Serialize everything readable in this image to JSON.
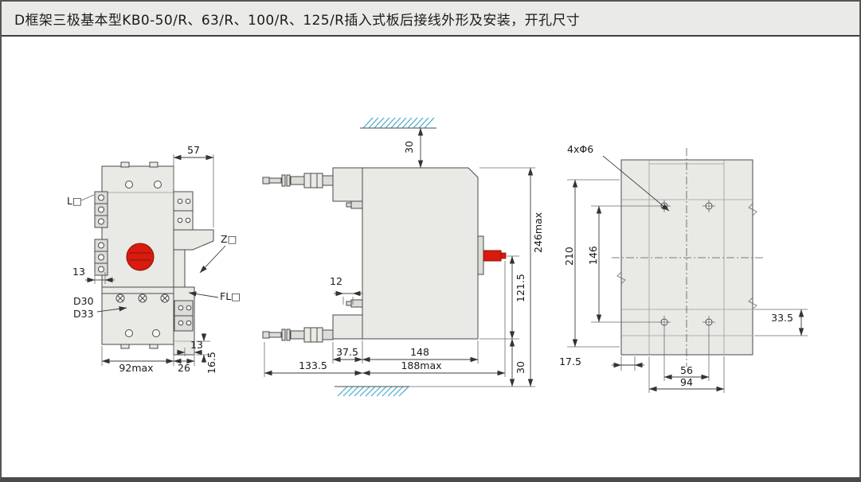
{
  "header": {
    "title": "D框架三极基本型KB0-50/R、63/R、100/R、125/R插入式板后接线外形及安装，开孔尺寸"
  },
  "front_view": {
    "dim_top_width": "57",
    "label_line_terminal": "L□",
    "label_aux_terminal": "Z□",
    "dim_terminal_offset": "13",
    "label_model_d30": "D30",
    "label_model_d33": "D33",
    "label_fl_terminal": "FL□",
    "dim_foot_width": "13",
    "dim_body_width": "92max",
    "dim_strip_width": "26",
    "dim_foot_height": "16.5"
  },
  "side_view": {
    "dim_top_clearance": "30",
    "dim_screw_offset": "12",
    "dim_rear_depth": "37.5",
    "dim_body_depth": "148",
    "dim_plunger_depth": "133.5",
    "dim_total_depth": "188max",
    "dim_handle_height": "121.5",
    "dim_total_height": "246max",
    "dim_bottom_clearance": "30"
  },
  "drill_view": {
    "label_holes": "4xΦ6",
    "dim_outer_height": "210",
    "dim_hole_spacing_v": "146",
    "dim_bottom_offset": "33.5",
    "dim_edge_offset": "17.5",
    "dim_hole_spacing_h": "56",
    "dim_outer_width": "94"
  },
  "colors": {
    "accent_red": "#d81a0f",
    "hatch_blue": "#45aacb"
  }
}
